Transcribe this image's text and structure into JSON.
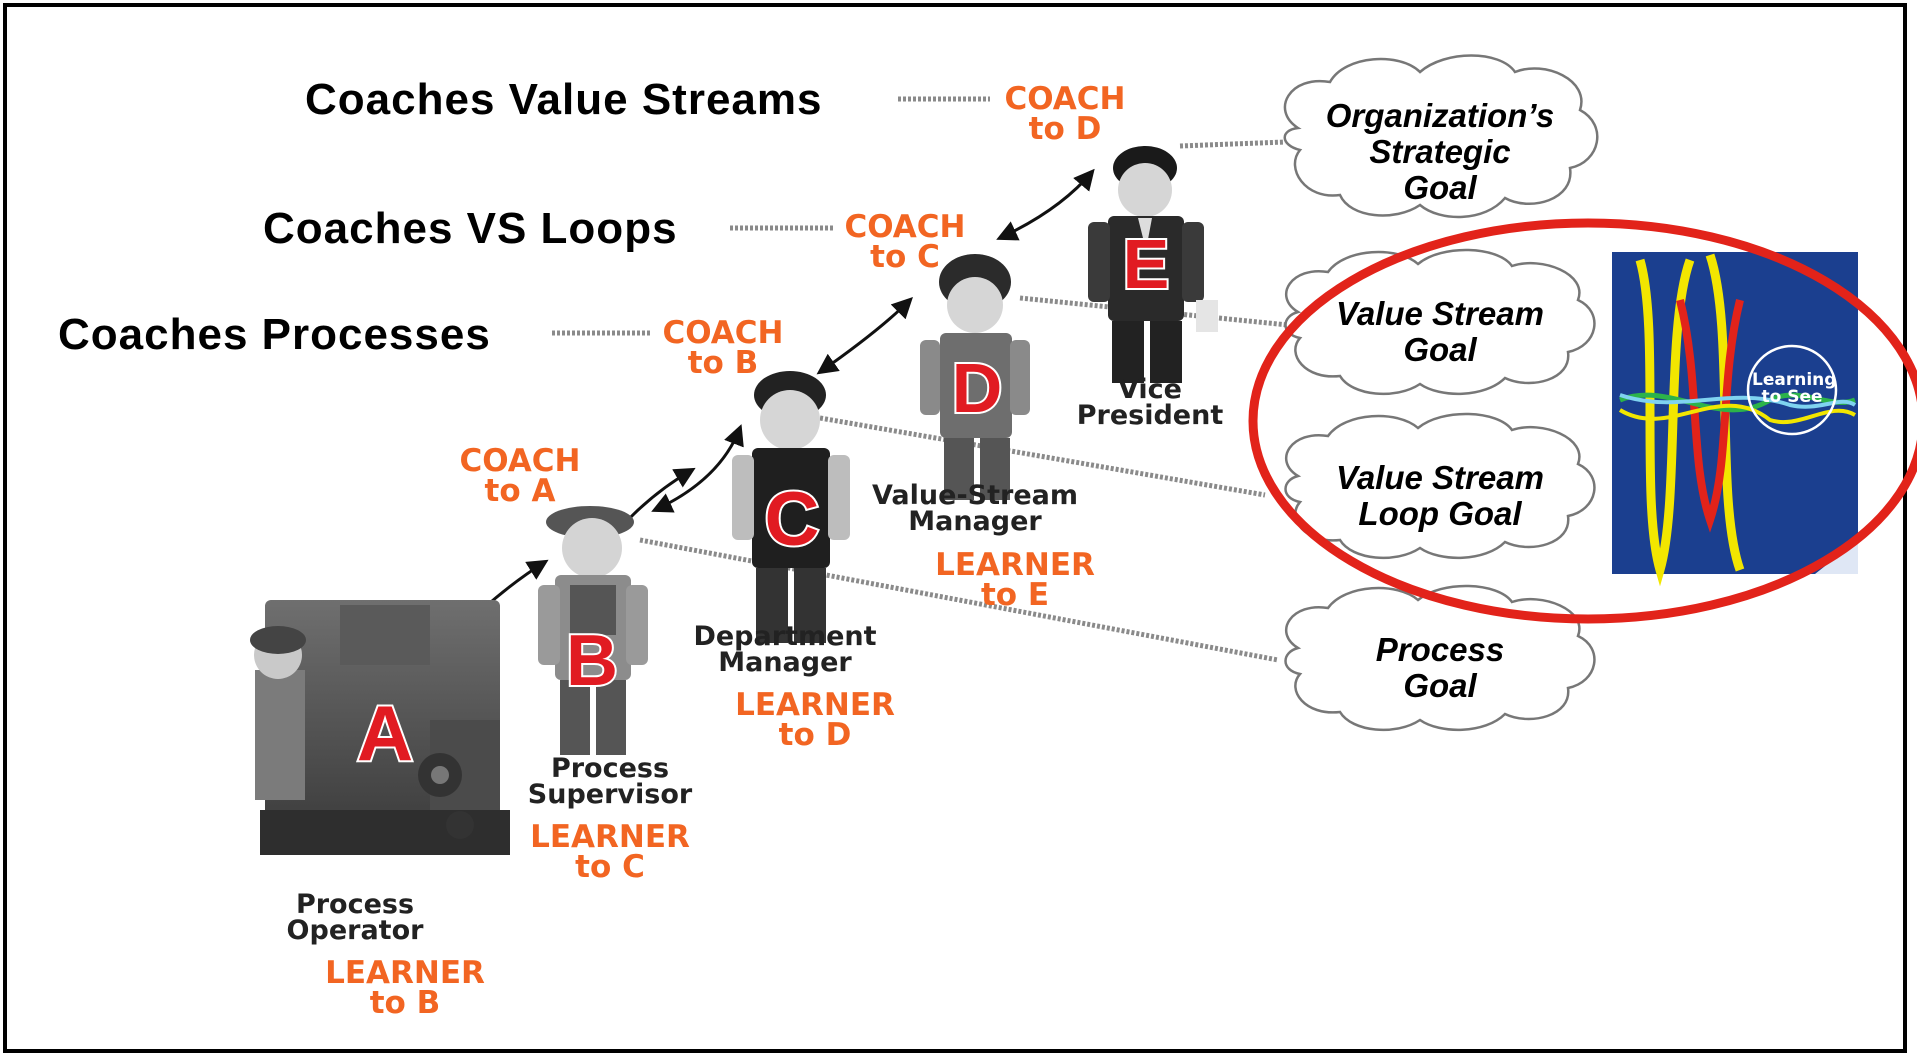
{
  "coach_levels": [
    {
      "text": "Coaches Value Streams"
    },
    {
      "text": "Coaches VS Loops"
    },
    {
      "text": "Coaches Processes"
    }
  ],
  "coach_labels": [
    {
      "line1": "COACH",
      "line2": "to D"
    },
    {
      "line1": "COACH",
      "line2": "to C"
    },
    {
      "line1": "COACH",
      "line2": "to B"
    },
    {
      "line1": "COACH",
      "line2": "to A"
    }
  ],
  "figures": [
    {
      "letter": "A",
      "role_line1": "Process",
      "role_line2": "Operator",
      "learner_line1": "LEARNER",
      "learner_line2": "to B"
    },
    {
      "letter": "B",
      "role_line1": "Process",
      "role_line2": "Supervisor",
      "learner_line1": "LEARNER",
      "learner_line2": "to C"
    },
    {
      "letter": "C",
      "role_line1": "Department",
      "role_line2": "Manager",
      "learner_line1": "LEARNER",
      "learner_line2": "to D"
    },
    {
      "letter": "D",
      "role_line1": "Value-Stream",
      "role_line2": "Manager",
      "learner_line1": "LEARNER",
      "learner_line2": "to E"
    },
    {
      "letter": "E",
      "role_line1": "Vice",
      "role_line2": "President",
      "learner_line1": "",
      "learner_line2": ""
    }
  ],
  "goals": [
    {
      "lines": [
        "Organization’s",
        "Strategic",
        "Goal"
      ]
    },
    {
      "lines": [
        "Value Stream",
        "Goal"
      ]
    },
    {
      "lines": [
        "Value Stream",
        "Loop Goal"
      ]
    },
    {
      "lines": [
        "Process",
        "Goal"
      ]
    }
  ],
  "book": {
    "title_line1": "Learning",
    "title_line2": "to See"
  },
  "colors": {
    "orange": "#f26522",
    "letter_red": "#e11b22",
    "highlight_circle": "#e2231a",
    "book_blue": "#1b3f8f"
  }
}
